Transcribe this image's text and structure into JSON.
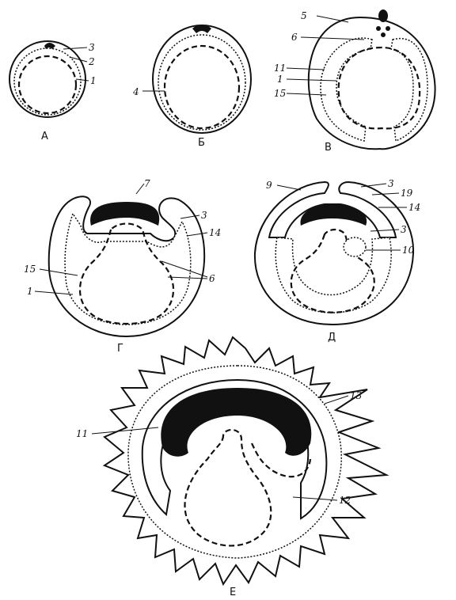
{
  "panels": {
    "a": {
      "caption": "А",
      "labels": [
        "3",
        "2",
        "1"
      ]
    },
    "b": {
      "caption": "Б",
      "labels": [
        "4"
      ]
    },
    "v": {
      "caption": "В",
      "labels": [
        "5",
        "6",
        "11",
        "1",
        "15"
      ]
    },
    "g": {
      "caption": "Г",
      "labels": [
        "7",
        "3",
        "14",
        "15",
        "1",
        "6"
      ]
    },
    "d": {
      "caption": "Д",
      "labels": [
        "9",
        "3",
        "19",
        "14",
        "3",
        "10"
      ]
    },
    "e": {
      "caption": "Е",
      "labels": [
        "13",
        "11",
        "12"
      ]
    }
  }
}
